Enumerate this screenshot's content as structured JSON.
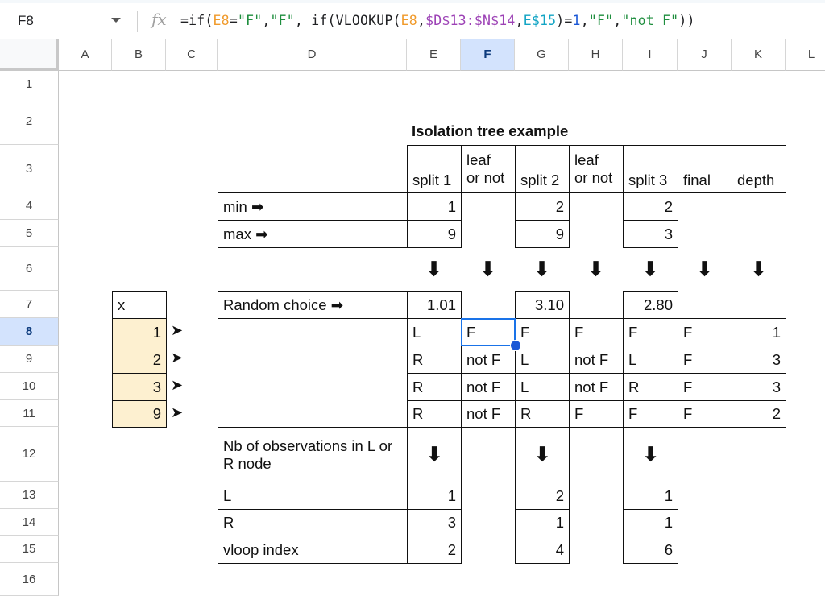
{
  "formula_bar": {
    "name_box": "F8",
    "fx_icon": "fx",
    "formula_parts": [
      {
        "text": "=if(",
        "color": "default"
      },
      {
        "text": "E8",
        "color": "#f09a2b"
      },
      {
        "text": "=",
        "color": "default"
      },
      {
        "text": "\"F\"",
        "color": "#1e8e3e"
      },
      {
        "text": ",",
        "color": "default"
      },
      {
        "text": "\"F\"",
        "color": "#1e8e3e"
      },
      {
        "text": ", if(VLOOKUP(",
        "color": "default"
      },
      {
        "text": "E8",
        "color": "#f09a2b"
      },
      {
        "text": ",",
        "color": "default"
      },
      {
        "text": "$D$13:$N$14",
        "color": "#9c41b5"
      },
      {
        "text": ",",
        "color": "default"
      },
      {
        "text": "E$15",
        "color": "#12a4c4"
      },
      {
        "text": ")=",
        "color": "default"
      },
      {
        "text": "1",
        "color": "#1a57d6"
      },
      {
        "text": ",",
        "color": "default"
      },
      {
        "text": "\"F\"",
        "color": "#1e8e3e"
      },
      {
        "text": ",",
        "color": "default"
      },
      {
        "text": "\"not F\"",
        "color": "#1e8e3e"
      },
      {
        "text": "))",
        "color": "default"
      }
    ]
  },
  "columns": [
    "A",
    "B",
    "C",
    "D",
    "E",
    "F",
    "G",
    "H",
    "I",
    "J",
    "K",
    "L"
  ],
  "selected_column": "F",
  "rows": [
    "1",
    "2",
    "3",
    "4",
    "5",
    "6",
    "7",
    "8",
    "9",
    "10",
    "11",
    "12",
    "13",
    "14",
    "15",
    "16"
  ],
  "selected_row": "8",
  "sheet": {
    "title": "Isolation tree example",
    "headers": {
      "split1": "split 1",
      "leaf1_line1": "leaf",
      "leaf1_line2": "or not",
      "split2": "split 2",
      "leaf2_line1": "leaf",
      "leaf2_line2": "or not",
      "split3": "split 3",
      "final": "final",
      "depth": "depth"
    },
    "min_label": "min ➡",
    "max_label": "max ➡",
    "min": {
      "split1": "1",
      "split2": "2",
      "split3": "2"
    },
    "max": {
      "split1": "9",
      "split2": "9",
      "split3": "3"
    },
    "down_arrow": "⬇",
    "random_label": "Random choice ➡",
    "random": {
      "split1": "1.01",
      "split2": "3.10",
      "split3": "2.80"
    },
    "x_label": "x",
    "pointer": "➤",
    "observations": [
      {
        "x": "1",
        "split1": "L",
        "leaf1": "F",
        "split2": "F",
        "leaf2": "F",
        "split3": "F",
        "final": "F",
        "depth": "1"
      },
      {
        "x": "2",
        "split1": "R",
        "leaf1": "not F",
        "split2": "L",
        "leaf2": "not F",
        "split3": "L",
        "final": "F",
        "depth": "3"
      },
      {
        "x": "3",
        "split1": "R",
        "leaf1": "not F",
        "split2": "L",
        "leaf2": "not F",
        "split3": "R",
        "final": "F",
        "depth": "3"
      },
      {
        "x": "9",
        "split1": "R",
        "leaf1": "not F",
        "split2": "R",
        "leaf2": "F",
        "split3": "F",
        "final": "F",
        "depth": "2"
      }
    ],
    "nb_obs_label": "Nb of observations in L or R node",
    "L_label": "L",
    "R_label": "R",
    "vloop_label": "vloop index",
    "counts": {
      "L": {
        "split1": "1",
        "split2": "2",
        "split3": "1"
      },
      "R": {
        "split1": "3",
        "split2": "1",
        "split3": "1"
      },
      "vloop": {
        "split1": "2",
        "split2": "4",
        "split3": "6"
      }
    }
  },
  "selected_cell": "F8"
}
